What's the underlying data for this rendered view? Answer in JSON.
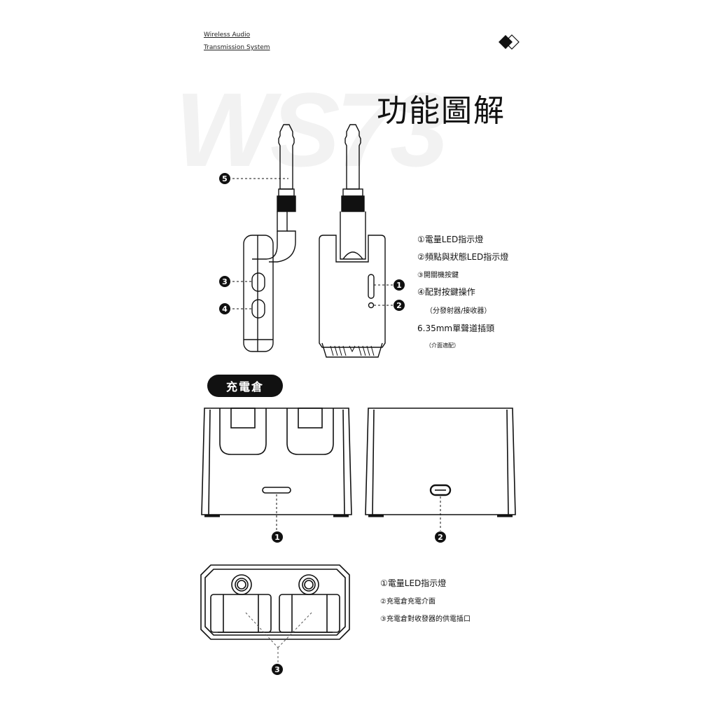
{
  "header": {
    "line1": "Wireless Audio",
    "line2": "Transmission System",
    "logo_icon": "double-diamond-icon"
  },
  "watermark": "WS73",
  "title": "功能圖解",
  "transmitter": {
    "callouts": [
      "1",
      "2",
      "3",
      "4",
      "5"
    ],
    "legend": [
      "①電量LED指示燈",
      "②頻點與狀態LED指示燈",
      "③開關機按鍵",
      "④配對按鍵操作",
      "（分發射器/接收器）",
      "6.35mm單聲道插頭",
      "（介面適配）"
    ]
  },
  "charging_case": {
    "section_label": "充電倉",
    "callouts": [
      "1",
      "2",
      "3"
    ],
    "legend": [
      "①電量LED指示燈",
      "②充電倉充電介面",
      "③充電倉對收發器的供電插口"
    ]
  }
}
